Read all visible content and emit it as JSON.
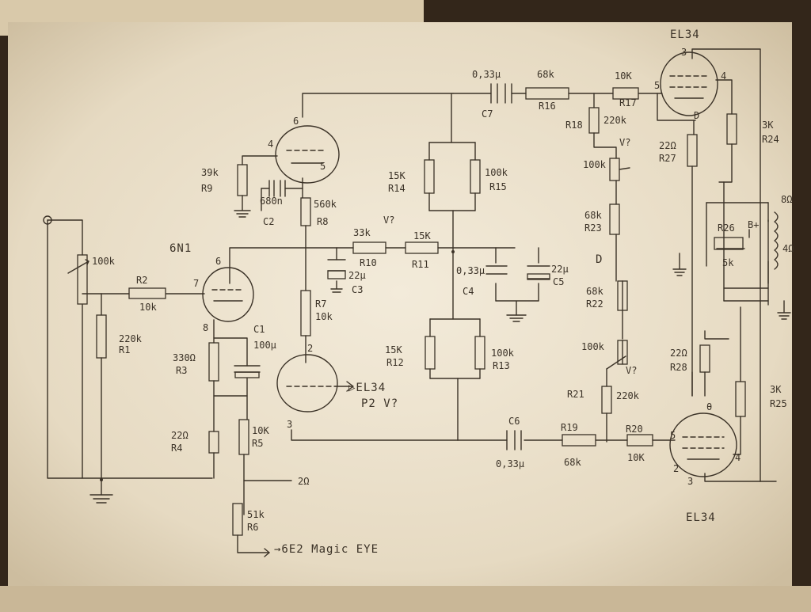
{
  "tubes": {
    "input": "6N1",
    "top_right": "EL34",
    "bottom_right": "EL34",
    "driver_label_1": "▷EL34",
    "driver_label_2": "P2 V?"
  },
  "caption": "→6E2 Magic EYE",
  "ground_tap_label": "2Ω",
  "output_taps": {
    "speaker_8": "8Ω",
    "speaker_4": "4Ω",
    "bplus": "B+"
  },
  "test_points": {
    "v1": "V?",
    "v2": "V?",
    "v3": "V?",
    "d": "D"
  },
  "pins": {
    "p6a": "6",
    "p4a": "4",
    "p5a": "5",
    "p6b": "6",
    "p7b": "7",
    "p8b": "8",
    "p2c": "2",
    "p3c": "3",
    "p3d": "3",
    "p4d": "4",
    "p5d": "5",
    "pDd": "D",
    "p5e": "5",
    "p2e": "2",
    "p3e": "3",
    "p4e": "4",
    "pGe": "θ"
  },
  "resistors": {
    "r1": {
      "id": "R1",
      "val": "220k"
    },
    "r2": {
      "id": "R2",
      "val": "10k"
    },
    "r3": {
      "id": "R3",
      "val": "330Ω"
    },
    "r4": {
      "id": "R4",
      "val": "22Ω"
    },
    "r5": {
      "id": "R5",
      "val": "10K"
    },
    "r6": {
      "id": "R6",
      "val": "51k"
    },
    "r7": {
      "id": "R7",
      "val": "10k"
    },
    "r8": {
      "id": "R8",
      "val": "560k"
    },
    "r9": {
      "id": "R9",
      "val": "39k"
    },
    "r10": {
      "id": "R10",
      "val": "33k"
    },
    "r11": {
      "id": "R11",
      "val": "15K"
    },
    "r12": {
      "id": "R12",
      "val": "15K"
    },
    "r13": {
      "id": "R13",
      "val": "100k"
    },
    "r14": {
      "id": "R14",
      "val": "15K"
    },
    "r15": {
      "id": "R15",
      "val": "100k"
    },
    "r16": {
      "id": "R16",
      "val": "68k"
    },
    "r17": {
      "id": "R17",
      "val": "10K"
    },
    "r18": {
      "id": "R18",
      "val": "220k"
    },
    "r19": {
      "id": "R19",
      "val": "68k"
    },
    "r20": {
      "id": "R20",
      "val": "10K"
    },
    "r21": {
      "id": "R21",
      "val": "220k"
    },
    "r22": {
      "id": "R22",
      "val": "68k"
    },
    "r23": {
      "id": "R23",
      "val": "68k"
    },
    "r24": {
      "id": "R24",
      "val": "3K"
    },
    "r25": {
      "id": "R25",
      "val": "3K"
    },
    "r26": {
      "id": "R26",
      "val": "5k"
    },
    "r27": {
      "id": "R27",
      "val": "22Ω"
    },
    "r28": {
      "id": "R28",
      "val": "22Ω"
    }
  },
  "pots": {
    "vol": "100k",
    "bias1": "100k",
    "bias2": "100k"
  },
  "capacitors": {
    "c1": {
      "id": "C1",
      "val": "100μ"
    },
    "c2": {
      "id": "C2",
      "val": "680n"
    },
    "c3": {
      "id": "C3",
      "val": "22μ"
    },
    "c4": {
      "id": "C4",
      "val": "0,33μ"
    },
    "c5": {
      "id": "C5",
      "val": "22μ"
    },
    "c6": {
      "id": "C6",
      "val": "0,33μ"
    },
    "c7": {
      "id": "C7",
      "val": "0,33μ"
    }
  },
  "colors": {
    "paper": "#f0e7d4",
    "ink": "#3b3227",
    "background": "#2a1d10"
  }
}
